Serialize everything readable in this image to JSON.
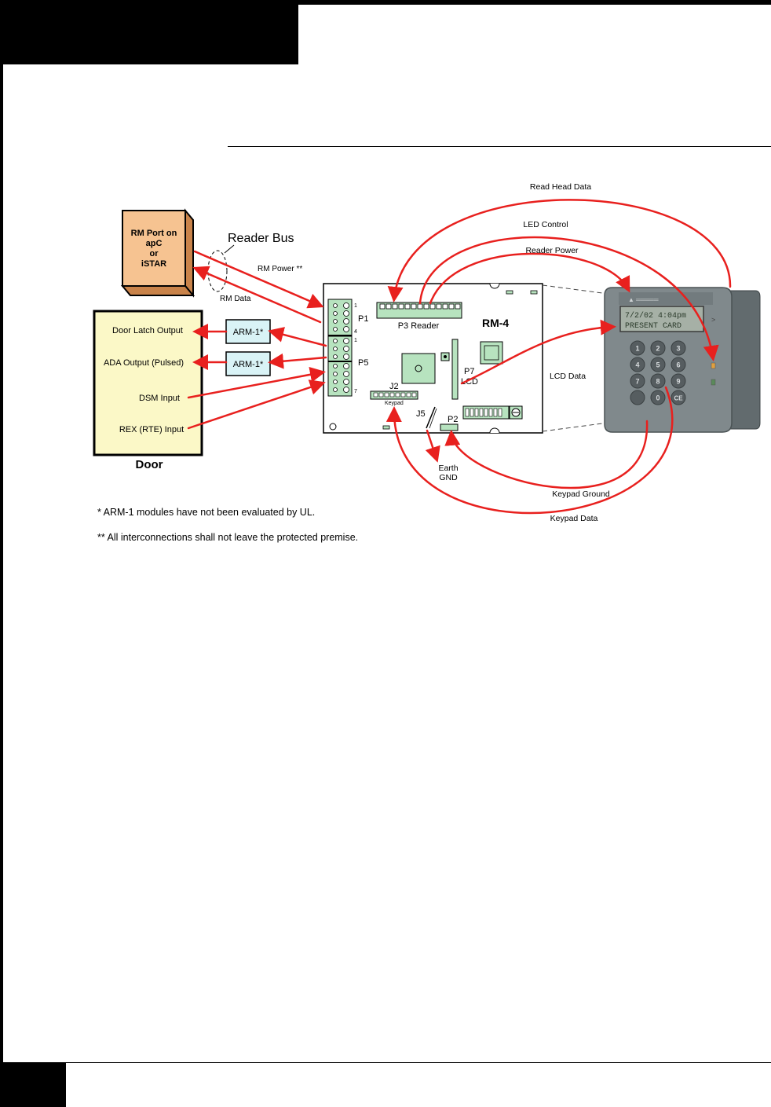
{
  "rm_port": {
    "line1": "RM Port on",
    "line2": "apC",
    "line3": "or",
    "line4": "iSTAR"
  },
  "bus": {
    "reader_bus": "Reader Bus",
    "rm_power": "RM Power **",
    "rm_data": "RM Data"
  },
  "door": {
    "title": "Door",
    "latch_output": "Door Latch Output",
    "ada_output": "ADA Output (Pulsed)",
    "dsm_input": "DSM Input",
    "rex_input": "REX (RTE) Input"
  },
  "arm": {
    "module1": "ARM-1*",
    "module2": "ARM-1*"
  },
  "board": {
    "title": "RM-4",
    "p1": "P1",
    "p5": "P5",
    "p3_reader": "P3 Reader",
    "p7": "P7",
    "lcd": "LCD",
    "j2": "J2",
    "keypad": "Keypad",
    "j5": "J5",
    "p2": "P2",
    "pin1": "1",
    "pin4": "4",
    "pin1b": "1",
    "pin7": "7"
  },
  "signals": {
    "read_head_data": "Read Head Data",
    "led_control": "LED Control",
    "reader_power": "Reader Power",
    "lcd_data": "LCD Data",
    "keypad_ground": "Keypad Ground",
    "keypad_data": "Keypad Data",
    "earth": "Earth",
    "gnd": "GND"
  },
  "device": {
    "lcd_line1": "7/2/02  4:04pm",
    "lcd_line2": "PRESENT CARD",
    "keys": [
      "1",
      "2",
      "3",
      "4",
      "5",
      "6",
      "7",
      "8",
      "9",
      "",
      "0",
      "CE"
    ]
  },
  "notes": {
    "note1": "*  ARM-1 modules have not been evaluated by UL.",
    "note2": "** All interconnections shall not leave the protected premise."
  },
  "colors": {
    "wire": "#e8201e",
    "arm_fill": "#d9f3f6",
    "door_fill": "#fbf8c7",
    "rm_fill": "#f6c391",
    "terminal_fill": "#b7e3bf"
  }
}
